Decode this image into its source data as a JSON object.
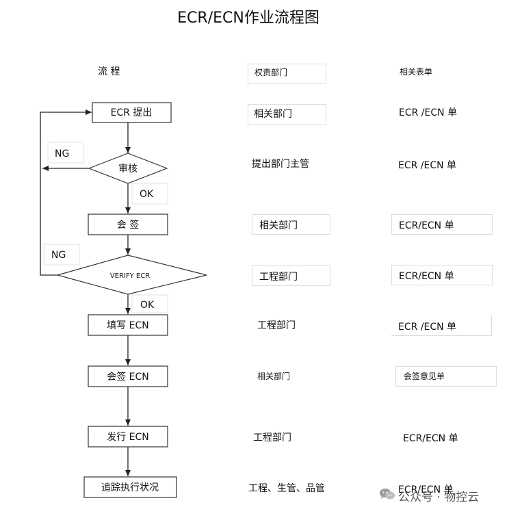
{
  "title": "ECR/ECN作业流程图",
  "headers": {
    "flow": "流 程",
    "dept": "权责部门",
    "form": "相关表单"
  },
  "nodes": {
    "n1": "ECR 提出",
    "n2": "审核",
    "n3": "会 签",
    "n4": "VERIFY ECR",
    "n5": "填写 ECN",
    "n6": "会签 ECN",
    "n7": "发行 ECN",
    "n8": "追踪执行状况"
  },
  "labels": {
    "ng1": "NG",
    "ok1": "OK",
    "ng2": "NG",
    "ok2": "OK"
  },
  "departments": [
    "相关部门",
    "提出部门主管",
    "相关部门",
    "工程部门",
    "工程部门",
    "相关部门",
    "工程部门",
    "工程、生管、品管"
  ],
  "forms": [
    "ECR /ECN 单",
    "ECR /ECN 单",
    "ECR/ECN 单",
    "ECR/ECN 单",
    "ECR /ECN 单",
    "会签意见单",
    "ECR/ECN 单",
    "ECR/ECN 单"
  ],
  "watermark": "公众号 · 物控云"
}
